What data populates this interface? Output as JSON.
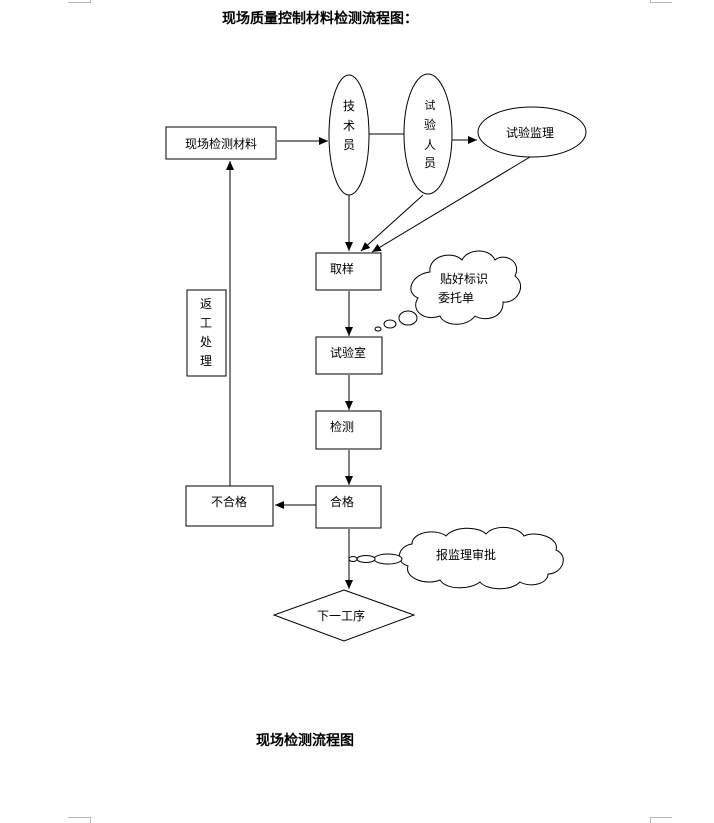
{
  "title": "现场质量控制材料检测流程图：",
  "caption": "现场检测流程图",
  "nodes": {
    "material": "现场检测材料",
    "technician": [
      "技",
      "术",
      "员"
    ],
    "tester": [
      "试",
      "验",
      "人",
      "员"
    ],
    "supervisor": "试验监理",
    "sampling": "取样",
    "cloud_label": [
      "贴好标识",
      "委托单"
    ],
    "lab": "试验室",
    "testing": "检测",
    "qualified": "合格",
    "unqualified": "不合格",
    "rework": [
      "返",
      "工",
      "处",
      "理"
    ],
    "report_cloud": "报监理审批",
    "next_step": "下一工序"
  }
}
